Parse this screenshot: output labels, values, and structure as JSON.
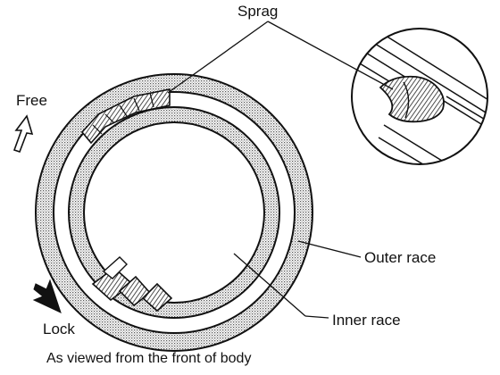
{
  "labels": {
    "sprag": "Sprag",
    "free": "Free",
    "lock": "Lock",
    "outer_race": "Outer race",
    "inner_race": "Inner race",
    "caption": "As viewed from the front of body"
  },
  "colors": {
    "ink": "#111111",
    "hatch": "#6a6a6a",
    "background": "#ffffff"
  }
}
